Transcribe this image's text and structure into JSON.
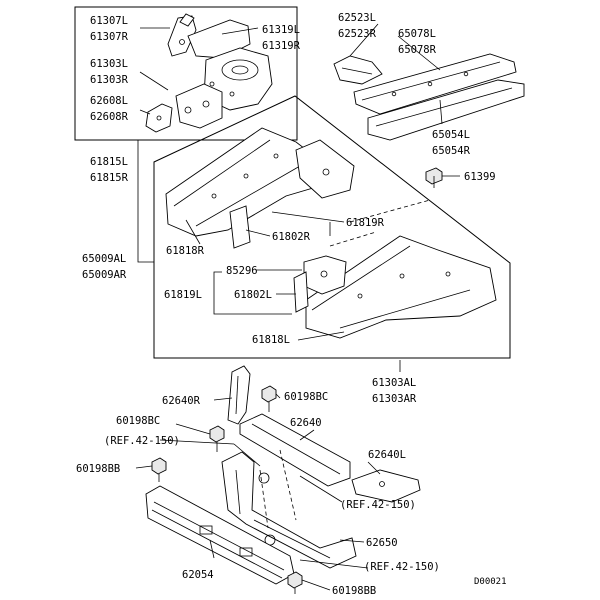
{
  "diagram": {
    "labels": {
      "p61307": [
        "61307L",
        "61307R"
      ],
      "p61319": [
        "61319L",
        "61319R"
      ],
      "p61303": [
        "61303L",
        "61303R"
      ],
      "p62608": [
        "62608L",
        "62608R"
      ],
      "p61815": [
        "61815L",
        "61815R"
      ],
      "p62523": [
        "62523L",
        "62523R"
      ],
      "p65078": [
        "65078L",
        "65078R"
      ],
      "p65054": [
        "65054L",
        "65054R"
      ],
      "p61399": "61399",
      "p61819r": "61819R",
      "p61818r": "61818R",
      "p61802r": "61802R",
      "p65009": [
        "65009AL",
        "65009AR"
      ],
      "p85296": "85296",
      "p61819l": "61819L",
      "p61802l": "61802L",
      "p61818l": "61818L",
      "p61303a": [
        "61303AL",
        "61303AR"
      ],
      "p62640r": "62640R",
      "p60198bc1": "60198BC",
      "p60198bc2": "60198BC",
      "p62640": "62640",
      "ref1": "(REF.42-150)",
      "p62640l": "62640L",
      "p60198bb1": "60198BB",
      "ref2": "(REF.42-150)",
      "p62650": "62650",
      "ref3": "(REF.42-150)",
      "p62054": "62054",
      "p60198bb2": "60198BB",
      "code": "D00021"
    }
  }
}
